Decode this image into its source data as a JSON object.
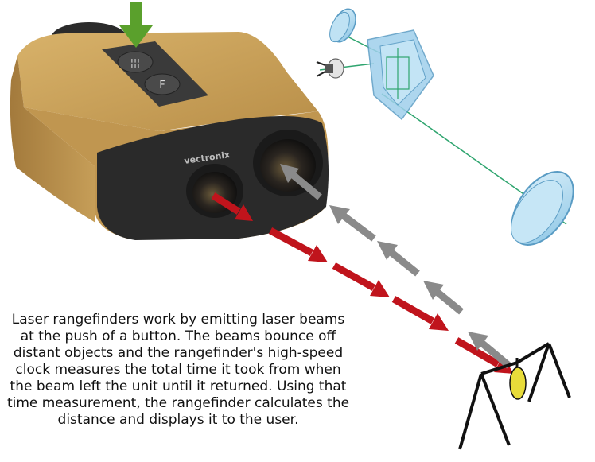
{
  "device": {
    "brand_label": "vectronix",
    "fire_button_label": "¦¦¦",
    "f_button_label": "F"
  },
  "caption": "Laser rangefinders work by emitting laser beams at the push of a button. The beams bounce off distant objects and the rangefinder's high-speed clock measures the total time it took from when the beam left the unit until it returned. Using that time measurement, the rangefinder calculates the distance and displays it to the user.",
  "colors": {
    "body_tan": "#c8a25a",
    "rubber_dark": "#2a2a2a",
    "press_arrow": "#5aa02c",
    "outgoing_beam": "#c0141c",
    "return_beam": "#8a8a8a",
    "optics": "#9fd0ec",
    "optic_axis": "#2fa56f",
    "target": "#e8dc3a"
  },
  "icons": [
    "press-arrow-icon",
    "outgoing-beam-arrow-icon",
    "return-beam-arrow-icon",
    "tripod-target-icon",
    "prism-icon",
    "lens-icon",
    "laser-diode-icon"
  ]
}
